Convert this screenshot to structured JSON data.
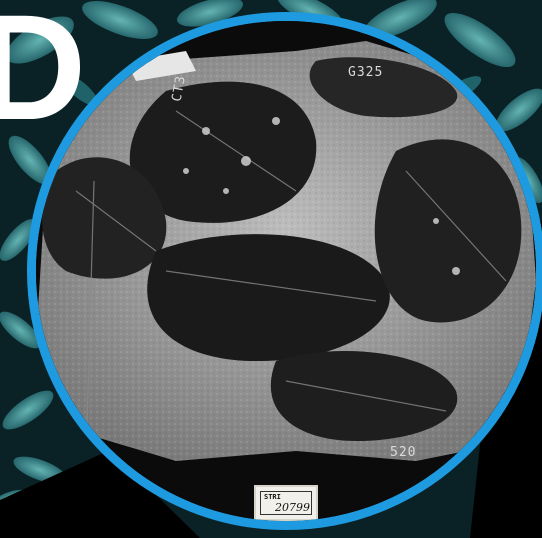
{
  "hero": {
    "partial_heading": "D"
  },
  "specimen": {
    "tag_prefix": "STRI",
    "tag_number": "20799",
    "pencil_marks": {
      "top_right": "G325",
      "top_left_vertical": "CT3",
      "lower_right": "520"
    }
  },
  "colors": {
    "ring": "#1e9be0",
    "foliage_teal": "#3fa3a8",
    "background": "#000000"
  }
}
